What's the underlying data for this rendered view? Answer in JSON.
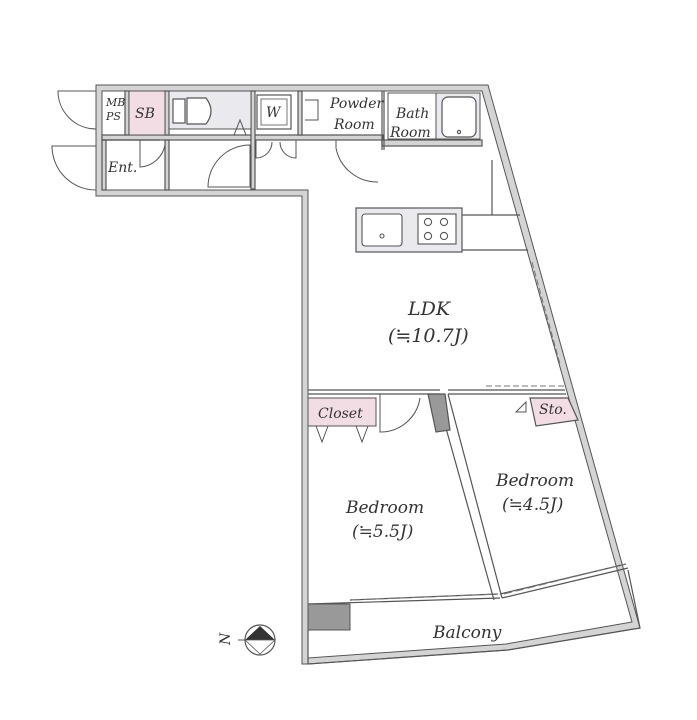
{
  "colors": {
    "wall_fill": "#d4d4d4",
    "wall_line": "#555555",
    "line": "#555555",
    "storage_fill": "#f3dde4",
    "fixture_fill": "#e9e9ee",
    "background": "#ffffff"
  },
  "rooms": {
    "mbps_line1": "MB",
    "mbps_line2": "PS",
    "sb": "SB",
    "washer": "W",
    "powder_line1": "Powder",
    "powder_line2": "Room",
    "bath_line1": "Bath",
    "bath_line2": "Room",
    "entrance": "Ent.",
    "ldk_name": "LDK",
    "ldk_size": "(≒10.7J)",
    "closet": "Closet",
    "storage": "Sto.",
    "bedroom_a_name": "Bedroom",
    "bedroom_a_size": "(≒5.5J)",
    "bedroom_b_name": "Bedroom",
    "bedroom_b_size": "(≒4.5J)",
    "balcony": "Balcony"
  },
  "compass": {
    "label": "N"
  },
  "icons": [
    "north-arrow-icon",
    "toilet-icon",
    "bathtub-icon",
    "stove-icon",
    "sink-icon"
  ]
}
